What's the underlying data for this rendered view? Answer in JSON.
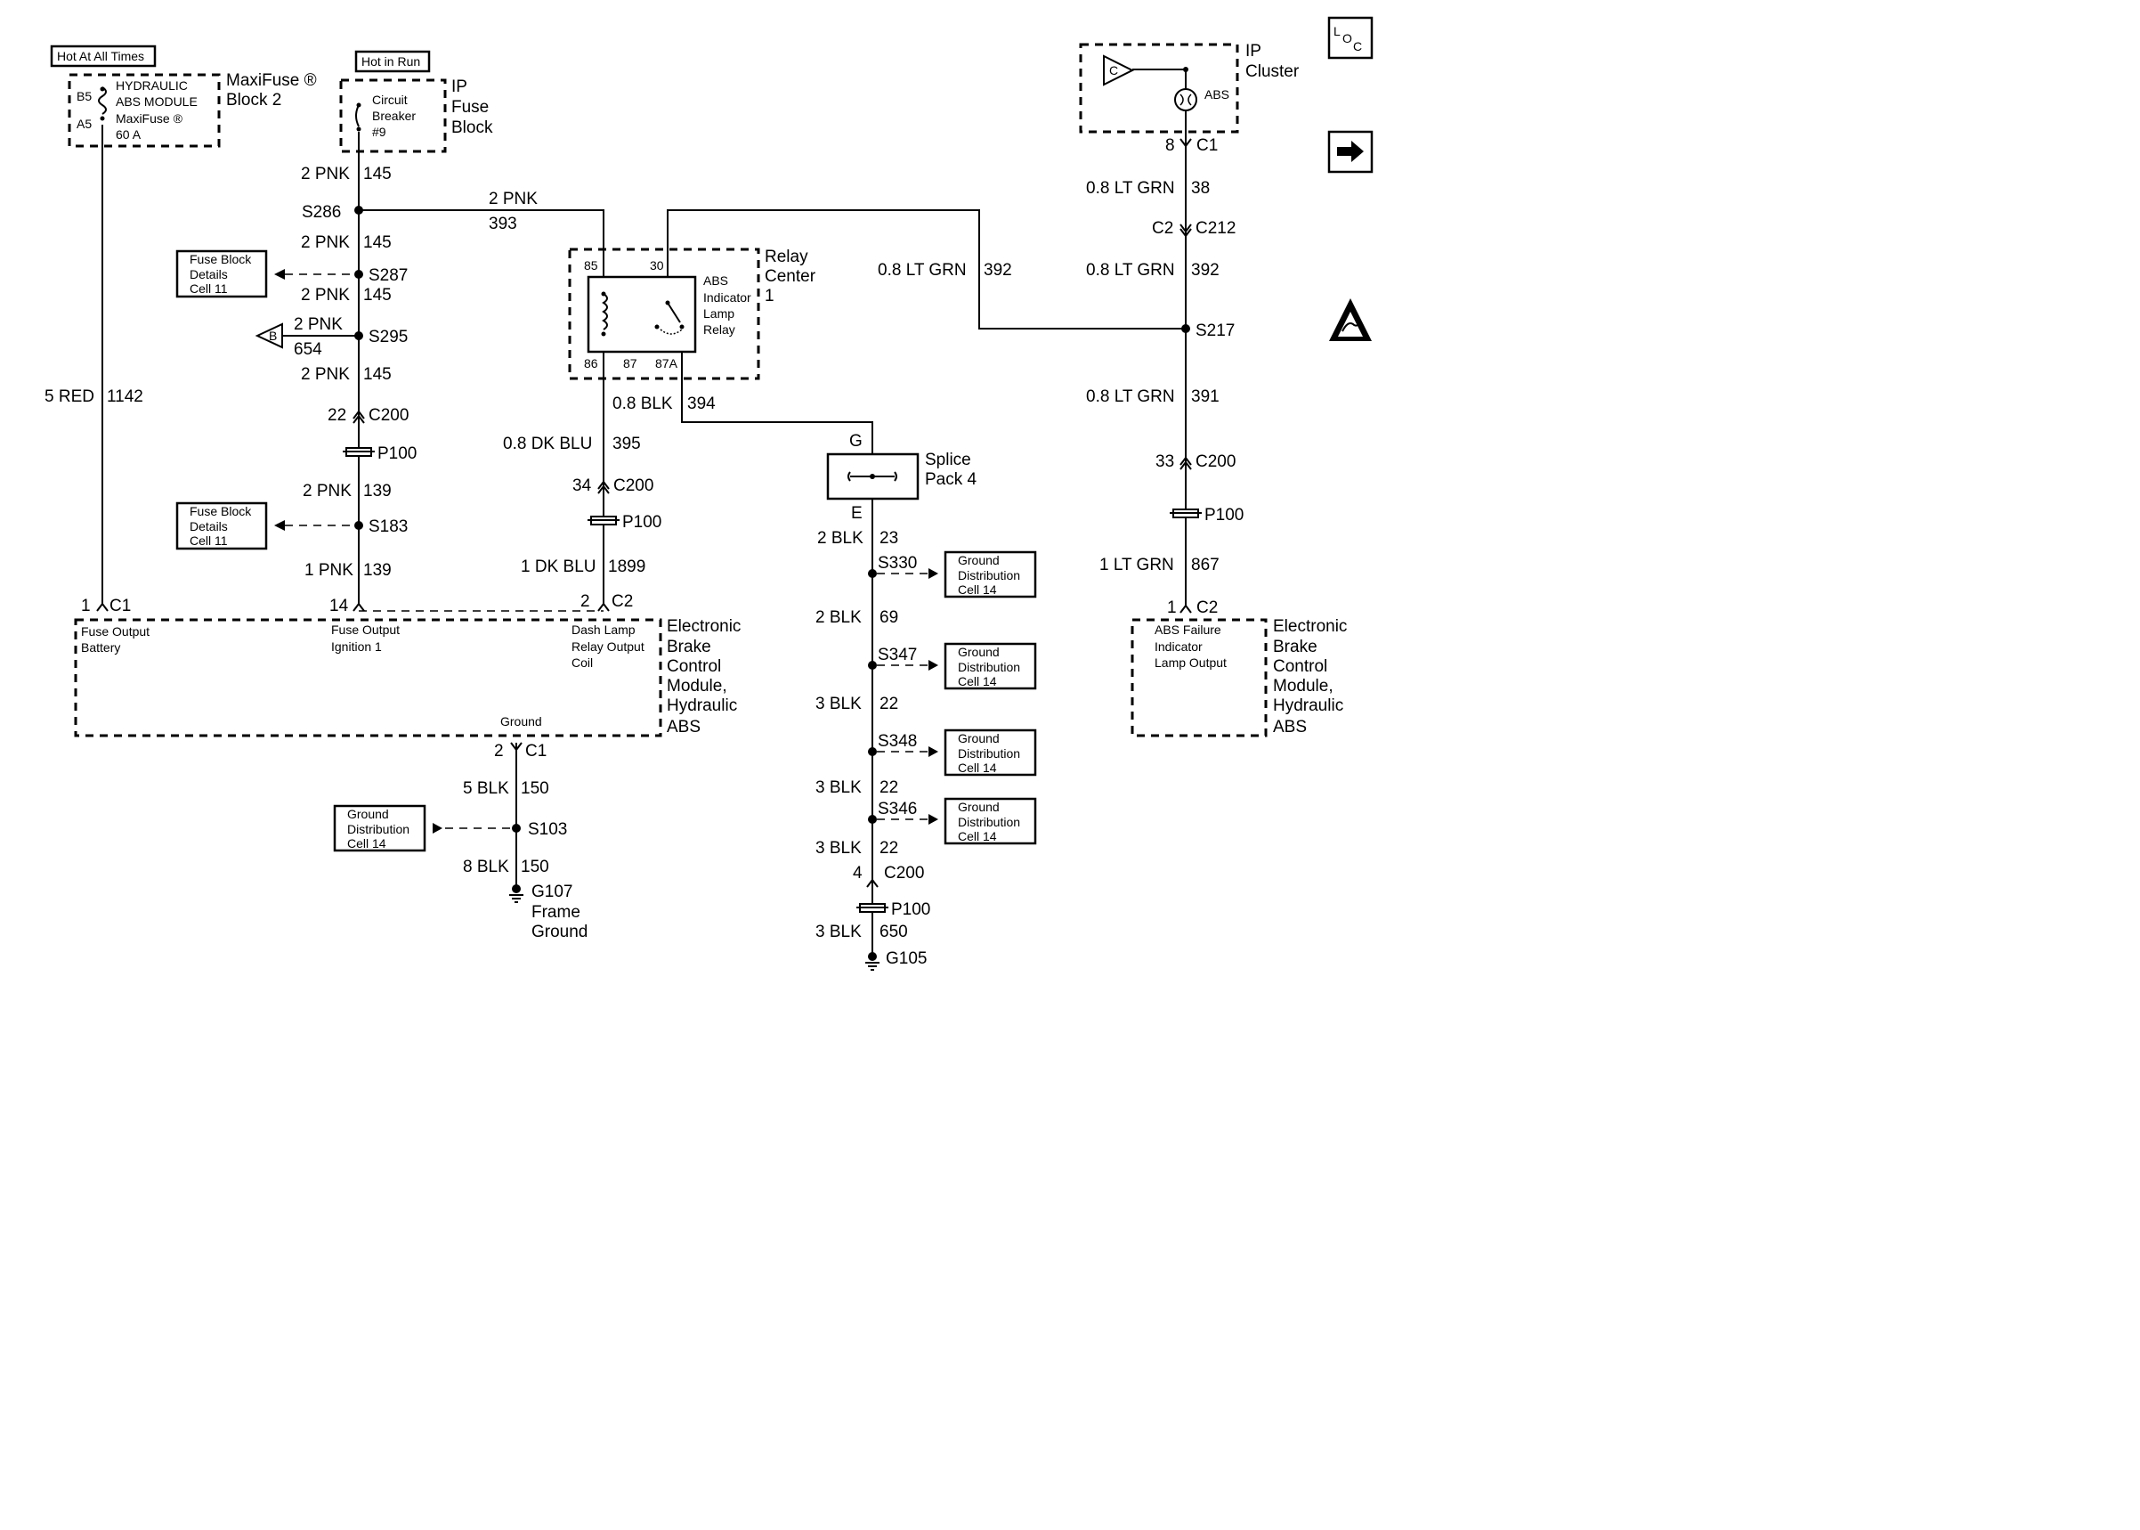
{
  "labels": {
    "hot_always": "Hot At All Times",
    "hot_run": "Hot in Run",
    "maxifuse_inner_1": "HYDRAULIC",
    "maxifuse_inner_2": "ABS MODULE",
    "maxifuse_inner_3": "MaxiFuse ®",
    "maxifuse_inner_4": "60 A",
    "maxifuse_pin_b5": "B5",
    "maxifuse_pin_a5": "A5",
    "maxifuse_block_1": "MaxiFuse ®",
    "maxifuse_block_2": "Block  2",
    "cb_1": "Circuit",
    "cb_2": "Breaker",
    "cb_3": "#9",
    "ipfb_1": "IP",
    "ipfb_2": "Fuse",
    "ipfb_3": "Block",
    "relay_center_1": "Relay",
    "relay_center_2": "Center",
    "relay_center_3": "1",
    "relay_1": "ABS",
    "relay_2": "Indicator",
    "relay_3": "Lamp",
    "relay_4": "Relay",
    "relay_pin_85": "85",
    "relay_pin_30": "30",
    "relay_pin_86": "86",
    "relay_pin_87": "87",
    "relay_pin_87a": "87A",
    "ip_cluster_1": "IP",
    "ip_cluster_2": "Cluster",
    "ip_c_symbol": "C",
    "ip_abs": "ABS",
    "loc_l": "L",
    "loc_o": "O",
    "loc_c": "C",
    "fb_detail_1": "Fuse Block",
    "fb_detail_2": "Details",
    "fb_detail_3": "Cell 11",
    "gd_1": "Ground",
    "gd_2": "Distribution",
    "gd_3": "Cell 14",
    "b_arrow": "B",
    "splice_pack_1": "Splice",
    "splice_pack_2": "Pack 4",
    "splice_g": "G",
    "splice_e": "E",
    "ebcm_1": "Electronic",
    "ebcm_2": "Brake",
    "ebcm_3": "Control",
    "ebcm_4": "Module,",
    "ebcm_5": "Hydraulic",
    "ebcm_6": "ABS",
    "fo_batt_1": "Fuse Output",
    "fo_batt_2": "Battery",
    "fo_ign_1": "Fuse Output",
    "fo_ign_2": "Ignition 1",
    "dash_1": "Dash Lamp",
    "dash_2": "Relay Output",
    "dash_3": "Coil",
    "ground": "Ground",
    "abs_fail_1": "ABS Failure",
    "abs_fail_2": "Indicator",
    "abs_fail_3": "Lamp Output",
    "g107_1": "G107",
    "g107_2": "Frame",
    "g107_3": "Ground",
    "g105": "G105"
  },
  "wires": {
    "red_1142": [
      "5 RED",
      "1142"
    ],
    "pnk145_a": [
      "2 PNK",
      "145"
    ],
    "pnk393": [
      "2 PNK",
      "393"
    ],
    "pnk145_b": [
      "2 PNK",
      "145"
    ],
    "pnk145_c": [
      "2 PNK",
      "145"
    ],
    "pnk654": [
      "2 PNK",
      "654"
    ],
    "pnk145_d": [
      "2 PNK",
      "145"
    ],
    "pnk139_a": [
      "2 PNK",
      "139"
    ],
    "pnk139_b": [
      "1 PNK",
      "139"
    ],
    "blk394": [
      "0.8 BLK",
      "394"
    ],
    "dkblu395": [
      "0.8 DK BLU",
      "395"
    ],
    "dkblu1899": [
      "1 DK BLU",
      "1899"
    ],
    "ltgrn38": [
      "0.8 LT GRN",
      "38"
    ],
    "ltgrn392_mid": [
      "0.8 LT GRN",
      "392"
    ],
    "ltgrn392_right": [
      "0.8 LT GRN",
      "392"
    ],
    "ltgrn391": [
      "0.8 LT GRN",
      "391"
    ],
    "ltgrn867": [
      "1 LT GRN",
      "867"
    ],
    "blk23": [
      "2 BLK",
      "23"
    ],
    "blk69": [
      "2 BLK",
      "69"
    ],
    "blk22_a": [
      "3 BLK",
      "22"
    ],
    "blk22_b": [
      "3 BLK",
      "22"
    ],
    "blk22_c": [
      "3 BLK",
      "22"
    ],
    "blk650": [
      "3 BLK",
      "650"
    ],
    "blk150_a": [
      "5 BLK",
      "150"
    ],
    "blk150_b": [
      "8 BLK",
      "150"
    ]
  },
  "splices": {
    "s286": "S286",
    "s287": "S287",
    "s295": "S295",
    "s183": "S183",
    "s217": "S217",
    "s330": "S330",
    "s347": "S347",
    "s348": "S348",
    "s346": "S346",
    "s103": "S103"
  },
  "connectors": {
    "c200_22": [
      "22",
      "C200"
    ],
    "p100_a": "P100",
    "c200_34": [
      "34",
      "C200"
    ],
    "p100_b": "P100",
    "c1_1": [
      "1",
      "C1"
    ],
    "c_14": "14",
    "c2_2": [
      "2",
      "C2"
    ],
    "c1_8": [
      "8",
      "C1"
    ],
    "c2_c212": [
      "C2",
      "C212"
    ],
    "c200_33": [
      "33",
      "C200"
    ],
    "p100_c": "P100",
    "c2_1": [
      "1",
      "C2"
    ],
    "c1_2": [
      "2",
      "C1"
    ],
    "c200_4": [
      "4",
      "C200"
    ],
    "p100_d": "P100"
  }
}
